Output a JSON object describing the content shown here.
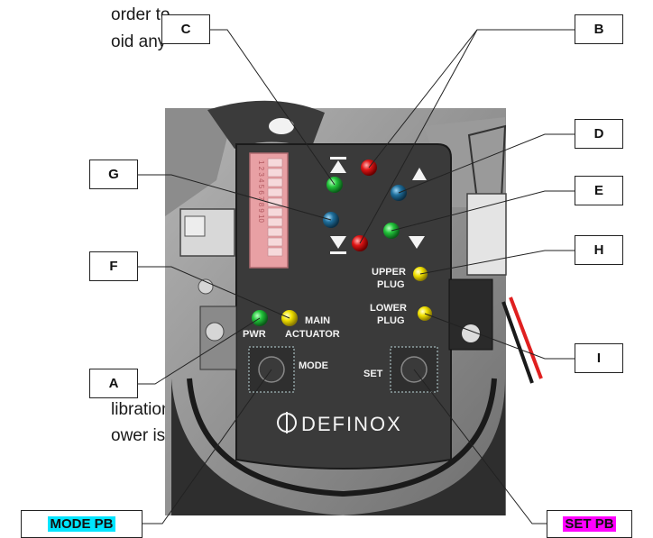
{
  "body_text": {
    "line1": "order to",
    "line2": "oid  any",
    "line3": "libration,",
    "line4": "ower  is"
  },
  "callouts": {
    "a": "A",
    "b": "B",
    "c": "C",
    "d": "D",
    "e": "E",
    "f": "F",
    "g": "G",
    "h": "H",
    "i": "I",
    "mode_pb": "MODE PB",
    "set_pb": "SET PB"
  },
  "board": {
    "upper_plug_1": "UPPER",
    "upper_plug_2": "PLUG",
    "lower_plug_1": "LOWER",
    "lower_plug_2": "PLUG",
    "main_1": "MAIN",
    "main_2": "ACTUATOR",
    "pwr": "PWR",
    "mode": "MODE",
    "set": "SET",
    "brand": "DEFINOX",
    "dip_numbers": "1 2 3 4 5 6 7 8 9 10"
  },
  "colors": {
    "mode_pb_highlight": "#00e5ff",
    "set_pb_highlight": "#ff00ff",
    "led_green": "#22c43a",
    "led_red": "#e01515",
    "led_blue": "#1f6f9c",
    "led_yellow": "#f2e200",
    "dip_switch": "#e8a0a4"
  }
}
